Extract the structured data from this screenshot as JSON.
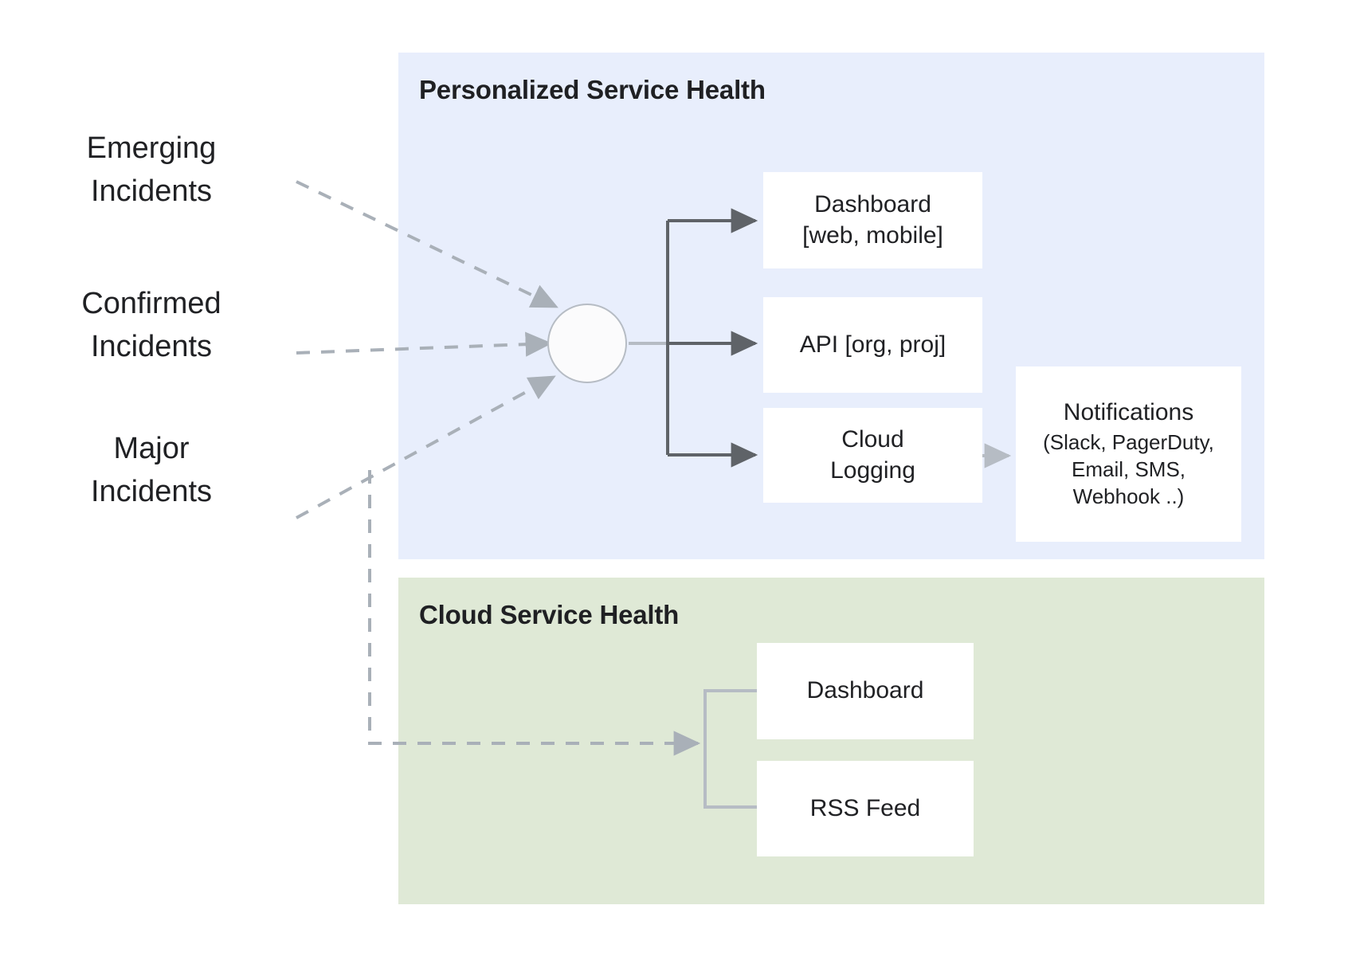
{
  "diagram": {
    "title_hidden": "",
    "panels": [
      {
        "id": "personalized",
        "title": "Personalized Service Health",
        "background": "#e8eefc"
      },
      {
        "id": "cloud",
        "title": "Cloud Service Health",
        "background": "#dfe9d6"
      }
    ],
    "inputs": [
      {
        "line1": "Emerging",
        "line2": "Incidents"
      },
      {
        "line1": "Confirmed",
        "line2": "Incidents"
      },
      {
        "line1": "Major",
        "line2": "Incidents"
      }
    ],
    "hub": {
      "label": ""
    },
    "personalized_outputs": [
      {
        "line1": "Dashboard",
        "line2": "[web, mobile]"
      },
      {
        "line1": "API [org, proj]",
        "line2": ""
      },
      {
        "line1": "Cloud",
        "line2": "Logging"
      }
    ],
    "notifications": {
      "title": "Notifications",
      "sub1": "(Slack, PagerDuty,",
      "sub2": "Email, SMS,",
      "sub3": "Webhook ..)"
    },
    "cloud_outputs": [
      {
        "line1": "Dashboard"
      },
      {
        "line1": "RSS Feed"
      }
    ],
    "colors": {
      "panel_personalized": "#e8eefc",
      "panel_cloud": "#dfe9d6",
      "box_fill": "#ffffff",
      "solid_connector": "#5f6368",
      "dashed_connector": "#a9b0b8",
      "light_connector": "#b6bcc4",
      "text": "#202124"
    }
  }
}
